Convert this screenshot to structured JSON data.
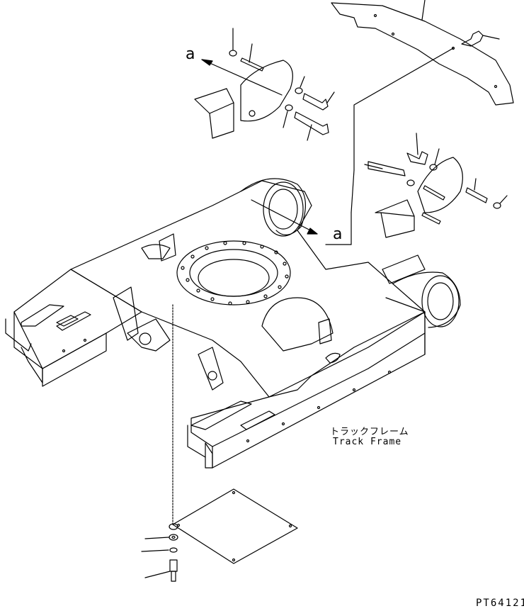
{
  "labels": {
    "arrow_a_top": "a",
    "arrow_a_mid": "a",
    "frame_name_jp": "トラックフレーム",
    "frame_name_en": "Track Frame",
    "drawing_number": "PT64121"
  },
  "colors": {
    "line": "#000000",
    "background": "#ffffff"
  }
}
